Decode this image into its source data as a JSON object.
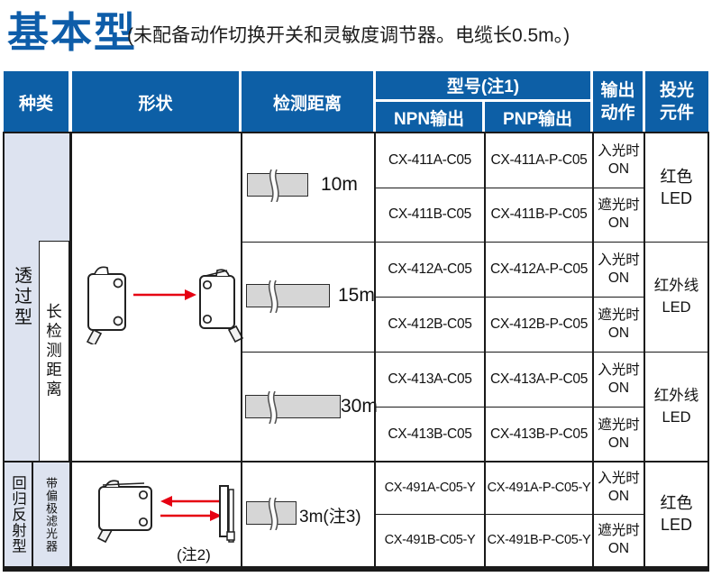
{
  "title": "基本型",
  "subtitle": "(未配备动作切换开关和灵敏度调节器。电缆长0.5m。)",
  "header": {
    "category": "种类",
    "shape": "形状",
    "distance": "检测距离",
    "model_group": "型号(注1)",
    "npn": "NPN输出",
    "pnp": "PNP输出",
    "output_line1": "输出",
    "output_line2": "动作",
    "emitter_line1": "投光",
    "emitter_line2": "元件"
  },
  "sections": [
    {
      "category": "透过型",
      "subcategory": "长检测距离",
      "shape_note": "",
      "groups": [
        {
          "distance": "10m",
          "emitter_line1": "红色",
          "emitter_line2": "LED",
          "rows": [
            {
              "npn": "CX-411A-C05",
              "pnp": "CX-411A-P-C05",
              "action_line1": "入光时",
              "action_line2": "ON"
            },
            {
              "npn": "CX-411B-C05",
              "pnp": "CX-411B-P-C05",
              "action_line1": "遮光时",
              "action_line2": "ON"
            }
          ]
        },
        {
          "distance": "15m",
          "emitter_line1": "红外线",
          "emitter_line2": "LED",
          "rows": [
            {
              "npn": "CX-412A-C05",
              "pnp": "CX-412A-P-C05",
              "action_line1": "入光时",
              "action_line2": "ON"
            },
            {
              "npn": "CX-412B-C05",
              "pnp": "CX-412B-P-C05",
              "action_line1": "遮光时",
              "action_line2": "ON"
            }
          ]
        },
        {
          "distance": "30m",
          "emitter_line1": "红外线",
          "emitter_line2": "LED",
          "rows": [
            {
              "npn": "CX-413A-C05",
              "pnp": "CX-413A-P-C05",
              "action_line1": "入光时",
              "action_line2": "ON"
            },
            {
              "npn": "CX-413B-C05",
              "pnp": "CX-413B-P-C05",
              "action_line1": "遮光时",
              "action_line2": "ON"
            }
          ]
        }
      ]
    },
    {
      "category": "回归反射型",
      "subcategory": "带偏极滤光器",
      "shape_note": "(注2)",
      "groups": [
        {
          "distance": "3m(注3)",
          "emitter_line1": "红色",
          "emitter_line2": "LED",
          "rows": [
            {
              "npn": "CX-491A-C05-Y",
              "pnp": "CX-491A-P-C05-Y",
              "action_line1": "入光时",
              "action_line2": "ON"
            },
            {
              "npn": "CX-491B-C05-Y",
              "pnp": "CX-491B-P-C05-Y",
              "action_line1": "遮光时",
              "action_line2": "ON"
            }
          ]
        }
      ]
    }
  ],
  "colors": {
    "header_blue": "#0d5fa6",
    "title_blue": "#0e5da9",
    "category_bg": "#dde3f0",
    "beam_red": "#e60012",
    "bar_gray": "#d6d6d6",
    "line_black": "#1a1a1a"
  }
}
